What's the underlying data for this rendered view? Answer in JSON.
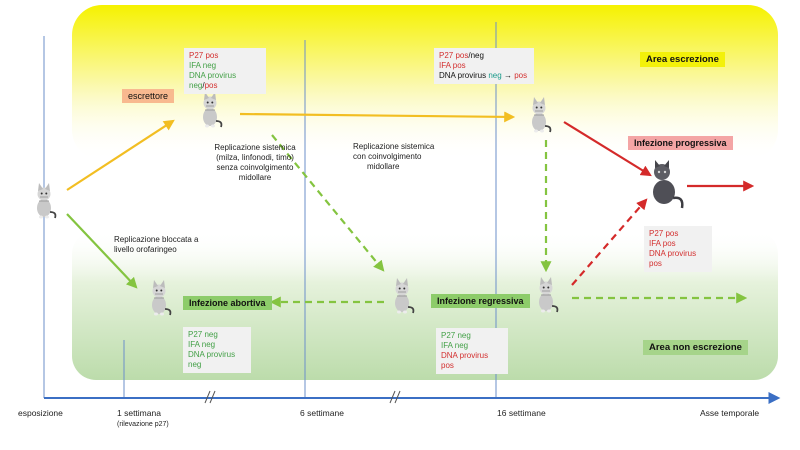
{
  "areas": {
    "excretion": "Area escrezione",
    "non_excretion": "Area non escrezione"
  },
  "axis": {
    "title": "Asse temporale",
    "ticks": {
      "exposure": "esposizione",
      "week1": "1 settimana",
      "week1_note": "(rilevazione p27)",
      "week6": "6 settimane",
      "week16": "16 settimane"
    },
    "break_mark": "//"
  },
  "labels": {
    "excretor": "escrettore",
    "blocked_1": "Replicazione bloccata a",
    "blocked_2": "livello orofaringeo",
    "systemic1_1": "Replicazione sistemica",
    "systemic1_2": "(milza, linfonodi, timo)",
    "systemic1_3": "senza coinvolgimento",
    "systemic1_4": "midollare",
    "systemic2_1": "Replicazione sistemica",
    "systemic2_2": "con coinvolgimento",
    "systemic2_3": "midollare"
  },
  "outcomes": {
    "progressive": "Infezione progressiva",
    "abortive": "Infezione abortiva",
    "regressive": "Infezione regressiva"
  },
  "boxes": {
    "top1": {
      "l1": "P27 pos",
      "l2": "IFA neg",
      "l3a": "DNA provirus neg",
      "l3b": "/",
      "l3c": "pos"
    },
    "top2": {
      "l1a": "P27 pos",
      "l1b": "/neg",
      "l2": "IFA pos",
      "l3a": "DNA provirus",
      "l3b": "neg",
      "l3c": "→",
      "l3d": "pos"
    },
    "progressive": {
      "l1": "P27 pos",
      "l2": "IFA pos",
      "l3": "DNA provirus pos"
    },
    "abortive": {
      "l1": "P27 neg",
      "l2": "IFA neg",
      "l3": "DNA provirus neg"
    },
    "regressive": {
      "l1": "P27 neg",
      "l2": "IFA neg",
      "l3": "DNA provirus pos"
    }
  }
}
